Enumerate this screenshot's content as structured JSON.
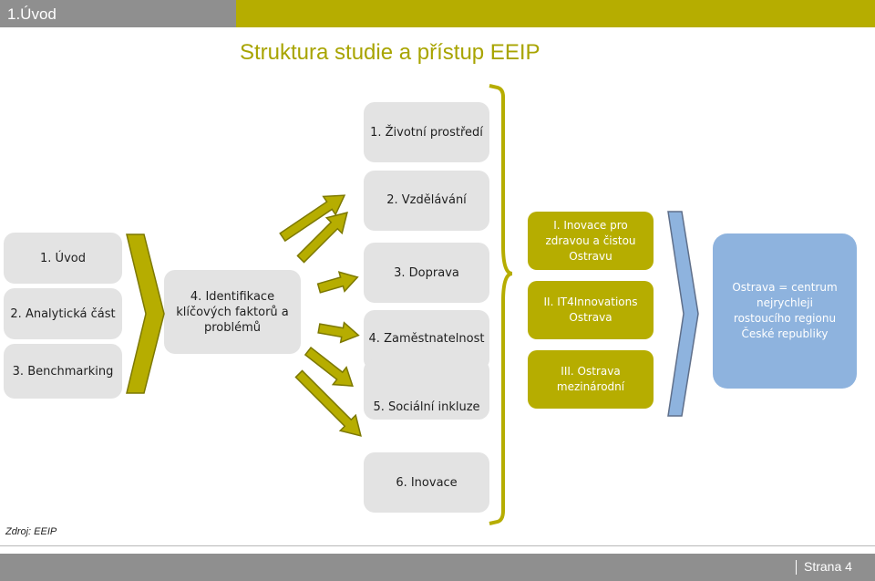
{
  "header": {
    "section": "1.Úvod"
  },
  "title": "Struktura studie a přístup EEIP",
  "left_boxes": {
    "uvod": "1. Úvod",
    "analyticka": "2. Analytická část",
    "benchmarking": "3. Benchmarking"
  },
  "identifikace": "4. Identifikace klíčových faktorů a problémů",
  "themes": [
    "1. Životní prostředí",
    "2. Vzdělávání",
    "3. Doprava",
    "4. Zaměstnatelnost",
    "5. Sociální inkluze",
    "6. Inovace"
  ],
  "programmes": [
    "I. Inovace pro zdravou a čistou Ostravu",
    "II. IT4Innovations Ostrava",
    "III. Ostrava mezinárodní"
  ],
  "vision": "Ostrava = centrum nejrychleji rostoucího regionu České republiky",
  "source": "Zdroj: EEIP",
  "footer": {
    "page": "Strana 4"
  },
  "colors": {
    "accent": "#b6ad00",
    "grey": "#8f8f8f",
    "box": "#e3e3e3",
    "vision": "#8eb3de"
  }
}
